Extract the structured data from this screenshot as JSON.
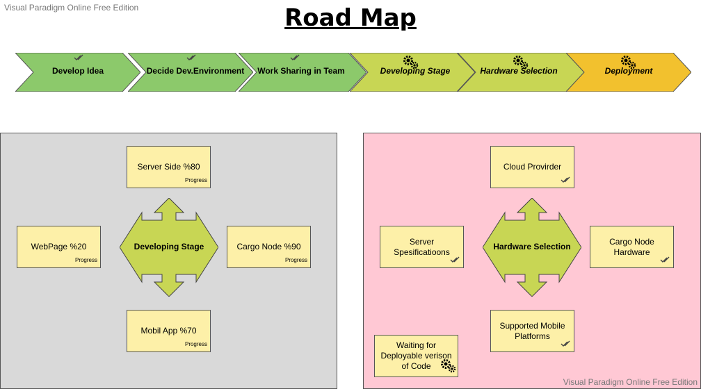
{
  "watermark_top": "Visual Paradigm Online Free Edition",
  "watermark_bottom": "Visual Paradigm Online Free Edition",
  "title": "Road Map",
  "steps": [
    {
      "label": "Develop Idea",
      "status": "done",
      "color": "#8cc96b"
    },
    {
      "label": "Decide Dev.Environment",
      "status": "done",
      "color": "#8cc96b"
    },
    {
      "label": "Work Sharing in Team",
      "status": "done",
      "color": "#8cc96b"
    },
    {
      "label": "Developing Stage",
      "status": "in-progress",
      "color": "#c8d654"
    },
    {
      "label": "Hardware Selection",
      "status": "in-progress",
      "color": "#c8d654"
    },
    {
      "label": "Deployment",
      "status": "in-progress",
      "color": "#f2c12e"
    }
  ],
  "left_panel": {
    "color": "#d9d9d9",
    "center": "Developing Stage",
    "top": {
      "text": "Server Side %80",
      "sub": "Progress"
    },
    "left": {
      "text": "WebPage %20",
      "sub": "Progress"
    },
    "right": {
      "text": "Cargo Node %90",
      "sub": "Progress"
    },
    "bottom": {
      "text": "Mobil App %70",
      "sub": "Progress"
    }
  },
  "right_panel": {
    "color": "#ffc8d4",
    "center": "Hardware Selection",
    "top": {
      "text": "Cloud Provirder"
    },
    "left": {
      "text": "Server Spesificatioons"
    },
    "right": {
      "text": "Cargo Node Hardware"
    },
    "bottom": {
      "text": "Supported Mobile Platforms"
    },
    "extra": {
      "text": "Waiting for Deployable verison of Code"
    }
  },
  "colors": {
    "note": "#fdf0a8",
    "cross": "#c8d654",
    "done": "#8cc96b",
    "progress": "#c8d654",
    "deploy": "#f2c12e"
  }
}
